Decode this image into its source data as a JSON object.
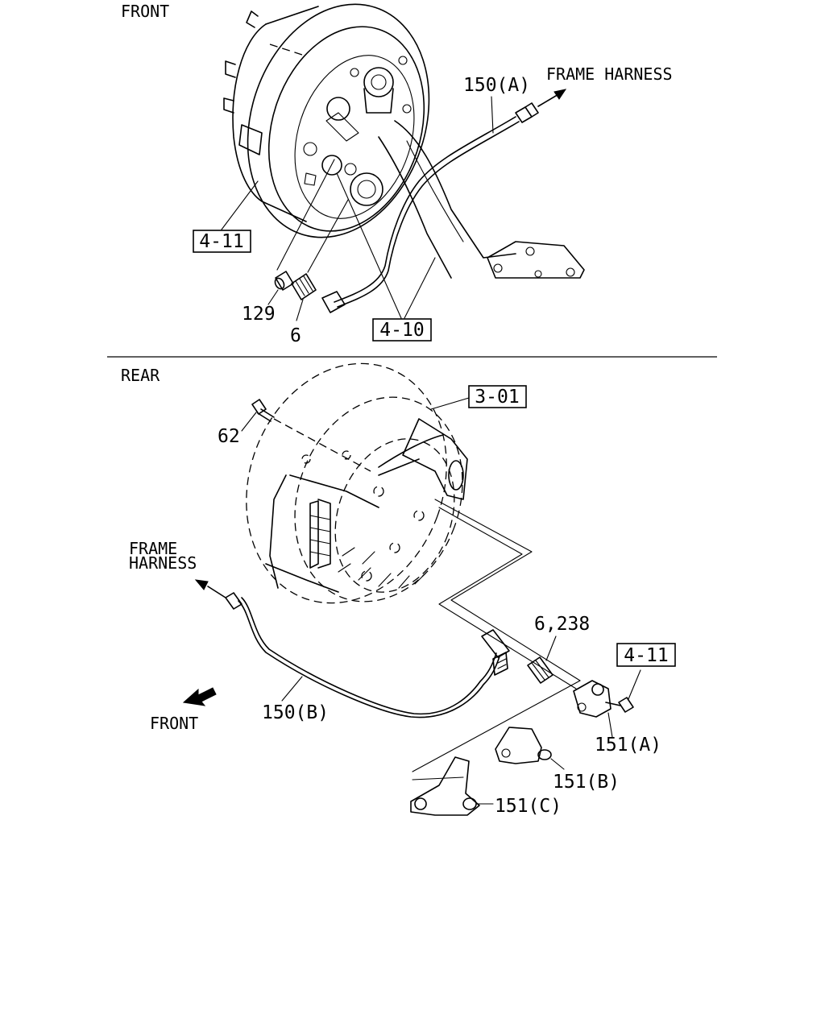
{
  "sections": {
    "front": {
      "heading": "FRONT"
    },
    "rear": {
      "heading": "REAR"
    }
  },
  "front_view": {
    "harness_direction": "FRAME HARNESS",
    "callouts": {
      "sensor_cable": "150(A)",
      "sleeve": "129",
      "bushing": "6"
    },
    "references": {
      "hub_assembly": "4-11",
      "axle_assembly": "4-10"
    }
  },
  "rear_view": {
    "harness_direction_line1": "FRAME",
    "harness_direction_line2": "HARNESS",
    "direction_indicator": "FRONT",
    "callouts": {
      "bolt": "62",
      "bushing_pair": "6,238",
      "sensor_cable": "150(B)",
      "bracket_a": "151(A)",
      "bracket_b": "151(B)",
      "bracket_c": "151(C)"
    },
    "references": {
      "brake_drum": "3-01",
      "hub_assembly": "4-11"
    }
  }
}
